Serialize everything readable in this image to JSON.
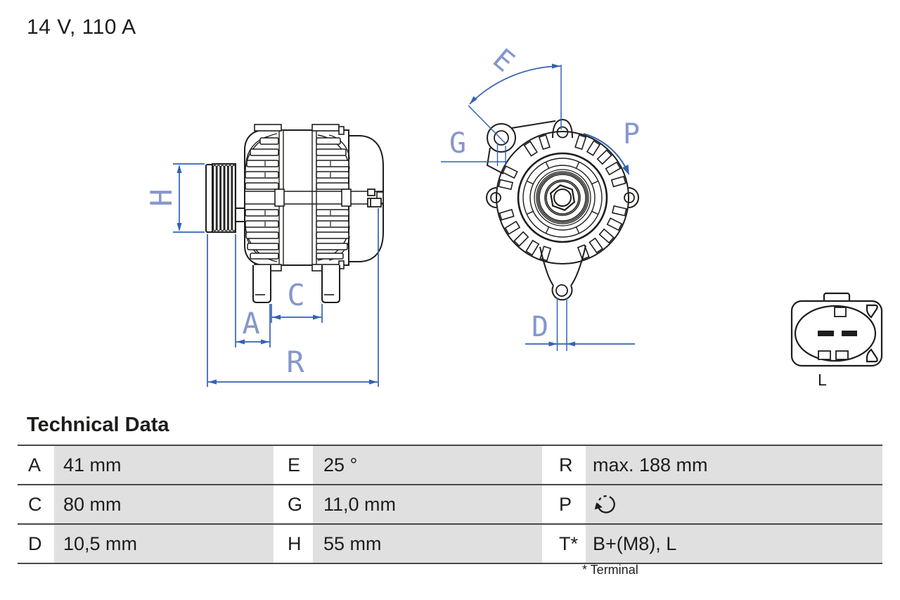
{
  "title": "14 V, 110 A",
  "drawing": {
    "side_view": {
      "h_label": "H",
      "a_label": "A",
      "c_label": "C",
      "r_label": "R"
    },
    "front_view": {
      "e_label": "E",
      "g_label": "G",
      "p_label": "P",
      "d_label": "D"
    },
    "connector": {
      "label": "L"
    }
  },
  "table": {
    "heading": "Technical Data",
    "rows": [
      {
        "c1_key": "A",
        "c1_val": "41 mm",
        "c2_key": "E",
        "c2_val": "25 °",
        "c3_key": "R",
        "c3_val": "max. 188 mm"
      },
      {
        "c1_key": "C",
        "c1_val": "80 mm",
        "c2_key": "G",
        "c2_val": "11,0 mm",
        "c3_key": "P",
        "c3_val": ""
      },
      {
        "c1_key": "D",
        "c1_val": "10,5 mm",
        "c2_key": "H",
        "c2_val": "55 mm",
        "c3_key": "T*",
        "c3_val": "B+(M8), L"
      }
    ],
    "p_icon": "rotation-cw-icon",
    "footnote": "* Terminal"
  },
  "colors": {
    "line": "#1d1d1b",
    "dimension_line": "#3462b4",
    "dimension_label": "#8697ce",
    "table_row_bg": "#e0e0e1",
    "table_border": "#47484c"
  }
}
